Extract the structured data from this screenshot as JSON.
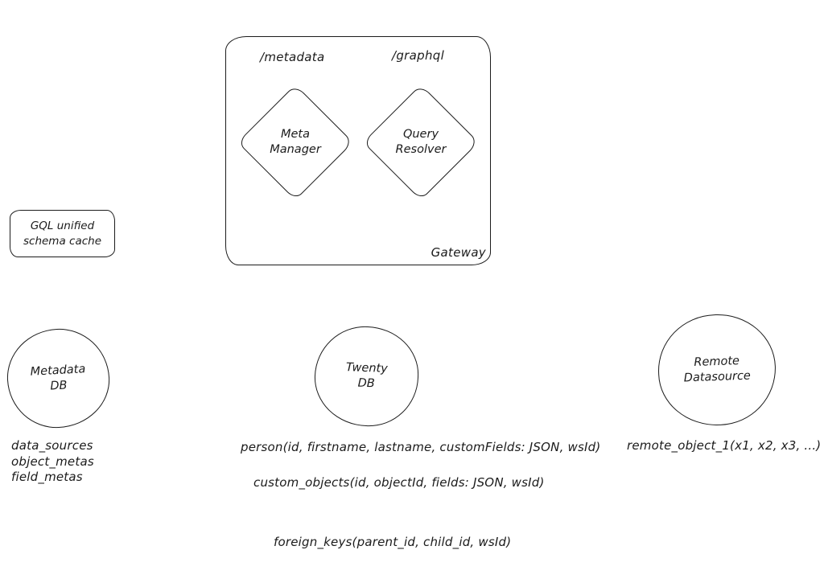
{
  "gateway": {
    "label": "Gateway",
    "metadata_endpoint": "/metadata",
    "graphql_endpoint": "/graphql",
    "meta_manager_label": "Meta\nManager",
    "query_resolver_label": "Query\nResolver"
  },
  "cache": {
    "label": "GQL unified\nschema cache"
  },
  "databases": {
    "metadata_db": {
      "label": "Metadata\nDB",
      "tables": [
        "data_sources",
        "object_metas",
        "field_metas"
      ]
    },
    "twenty_db": {
      "label": "Twenty\nDB",
      "tables": [
        "person(id, firstname, lastname, customFields: JSON, wsId)",
        "custom_objects(id, objectId, fields: JSON, wsId)",
        "foreign_keys(parent_id, child_id, wsId)"
      ]
    },
    "remote_datasource": {
      "label": "Remote\nDatasource",
      "tables": [
        "remote_object_1(x1, x2, x3, ...)"
      ]
    }
  },
  "colors": {
    "stroke": "#1b1b1b",
    "background": "#ffffff"
  }
}
